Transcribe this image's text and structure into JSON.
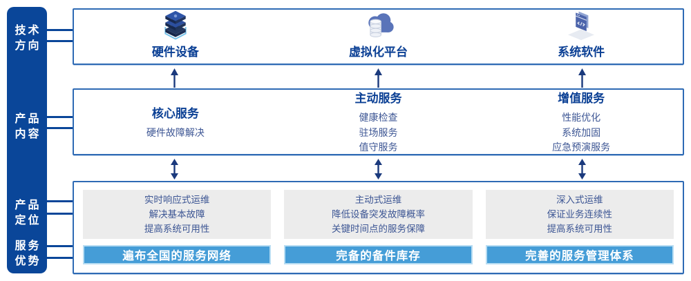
{
  "sidebar": {
    "items": [
      {
        "lines": [
          "技术",
          "方向"
        ]
      },
      {
        "lines": [
          "产品",
          "内容"
        ]
      },
      {
        "lines": [
          "产品",
          "定位"
        ]
      },
      {
        "lines": [
          "服务",
          "优势"
        ]
      }
    ]
  },
  "tech_row": {
    "items": [
      {
        "icon": "server-stack-icon",
        "label": "硬件设备"
      },
      {
        "icon": "cloud-database-icon",
        "label": "虚拟化平台"
      },
      {
        "icon": "code-window-icon",
        "label": "系统软件"
      }
    ]
  },
  "content_row": {
    "columns": [
      {
        "title": "核心服务",
        "items": [
          "硬件故障解决"
        ]
      },
      {
        "title": "主动服务",
        "items": [
          "健康检查",
          "驻场服务",
          "值守服务"
        ]
      },
      {
        "title": "增值服务",
        "items": [
          "性能优化",
          "系统加固",
          "应急预演服务"
        ]
      }
    ]
  },
  "position_row": {
    "cards": [
      {
        "positioning": [
          "实时响应式运维",
          "解决基本故障",
          "提高系统可用性"
        ],
        "advantage": "遍布全国的服务网络"
      },
      {
        "positioning": [
          "主动式运维",
          "降低设备突发故障概率",
          "关键时间点的服务保障"
        ],
        "advantage": "完备的备件库存"
      },
      {
        "positioning": [
          "深入式运维",
          "保证业务连续性",
          "提高系统可用性"
        ],
        "advantage": "完善的服务管理体系"
      }
    ]
  },
  "colors": {
    "sidebar_bg": "#0a4699",
    "box_border": "#2e6ab4",
    "title_text": "#0a3f94",
    "body_text": "#3d5694",
    "gray_panel": "#ececec",
    "advantage_bar": "#459dd7",
    "advantage_bar_border": "#b8ddf3",
    "arrow": "#1b3a7d"
  }
}
